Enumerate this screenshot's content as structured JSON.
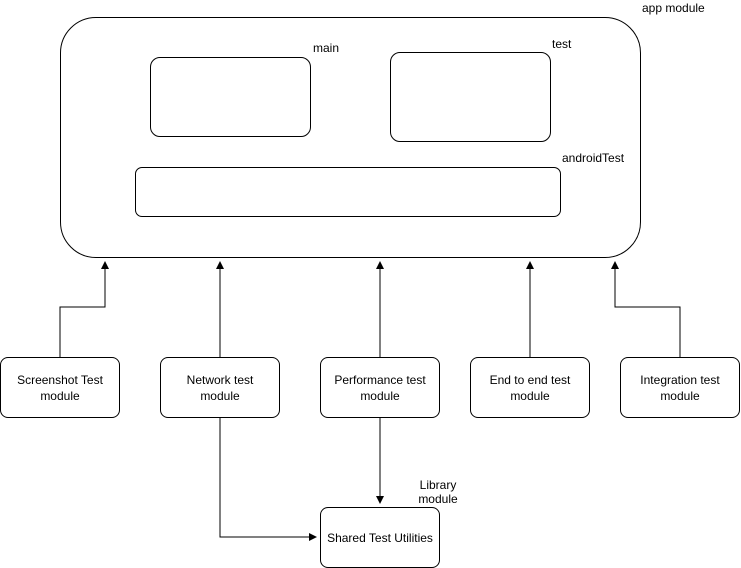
{
  "app_module": {
    "label": "app module",
    "source_sets": {
      "main": "main",
      "test": "test",
      "android_test": "androidTest"
    }
  },
  "test_modules": [
    {
      "label": "Screenshot Test module"
    },
    {
      "label": "Network test module"
    },
    {
      "label": "Performance test module"
    },
    {
      "label": "End to end test module"
    },
    {
      "label": "Integration test module"
    }
  ],
  "library": {
    "label": "Library module",
    "shared_label": "Shared Test Utilities"
  },
  "colors": {
    "stroke": "#000000",
    "background": "#ffffff"
  }
}
